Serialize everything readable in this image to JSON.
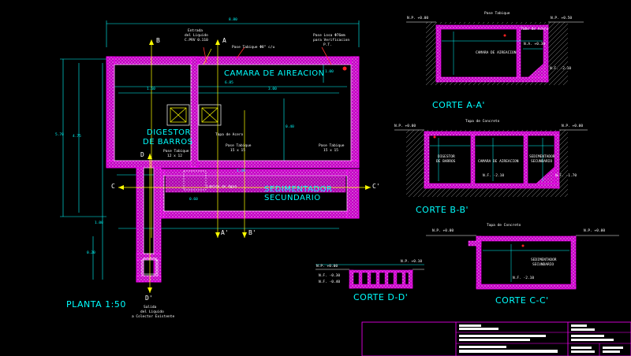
{
  "colors": {
    "background": "#000000",
    "wall": "#ff00ff",
    "dimension": "#00ffff",
    "section_line": "#ffff00",
    "text": "#ffffff",
    "title_block": "#ff00ff",
    "hatch": "#ffffff"
  },
  "plan": {
    "title": "PLANTA 1:50",
    "chamber_label": "CAMARA DE AIREACION",
    "digester_label_1": "DIGESTOR",
    "digester_label_2": "DE BARROS",
    "sedimentador_label_1": "SEDIMENTADOR",
    "sedimentador_label_2": "SECUNDARIO",
    "inlet_label_1": "Entrada",
    "inlet_label_2": "del Liquido",
    "inlet_label_3": "C.PRV 0.110",
    "outlet_label_1": "Salida",
    "outlet_label_2": "del Liquido",
    "outlet_label_3": "a Colector Existente",
    "note_tabique_1": "Pase Tabique Φ8\" c/u",
    "note_verif_1": "Pase Losa Φ76mm",
    "note_verif_2": "para Verificacion",
    "note_verif_3": "P.T.",
    "note_tapa": "Tapa de Acero",
    "note_pase_1": "Pase Tabique",
    "note_pase_2": "12 x 12",
    "note_pase_3": "Pase Tabique",
    "note_pase_4": "15 x 15",
    "note_pase_5": "Pase Tabique",
    "note_pase_6": "15 x 15",
    "note_agua": "Lamina de Agua",
    "section_marks": {
      "a_top": "A",
      "a_bottom": "A'",
      "b_top": "B",
      "b_bottom": "B'",
      "c_left": "C",
      "c_right": "C'",
      "d_top": "D",
      "d_bottom": "D'"
    },
    "dims": {
      "total_width": "8.80",
      "total_height": "5.70",
      "inner_height": "4.75",
      "inner_width": "6.85",
      "left_width": "1.60",
      "right_height": "1.00",
      "dim_a": "3.00",
      "dim_b": "0.40",
      "dim_c": "1.30",
      "dim_d": "0.60",
      "dim_e": "1.00",
      "dim_f": "0.20"
    }
  },
  "sections": {
    "corte_aa": {
      "title": "CORTE A-A'",
      "level_left": "N.P. +0.00",
      "level_right": "N.P. +0.50",
      "level_mid": "N.A. +0.30",
      "level_low": "N.F. -2.10",
      "inner_label": "CAMARA DE AIREACION",
      "tag_1": "Pase Tabique",
      "tag_2": "Tubo de Acero"
    },
    "corte_bb": {
      "title": "CORTE B-B'",
      "level_left": "N.P. +0.00",
      "level_right": "N.P. +0.00",
      "level_low": "N.F. -2.10",
      "level_low_2": "N.F. -1.70",
      "label_1": "DIGESTOR",
      "label_2": "DE BARROS",
      "label_3": "CAMARA DE AIREACION",
      "label_4": "SEDIMENTADOR",
      "label_5": "SECUNDARIO",
      "tag_1": "Tapa de Concreto"
    },
    "corte_cc": {
      "title": "CORTE C-C'",
      "level_left": "N.P. +0.00",
      "level_right": "N.P. +0.00",
      "level_low": "N.F. -2.10",
      "label_1": "SEDIMENTADOR",
      "label_2": "SECUNDARIO",
      "tag_1": "Tapa de Concreto"
    },
    "corte_dd": {
      "title": "CORTE D-D'",
      "level_left": "N.P. +0.00",
      "level_mid": "N.F. -0.30",
      "level_low": "N.F. -0.40",
      "level_right": "N.P. +0.10"
    }
  }
}
